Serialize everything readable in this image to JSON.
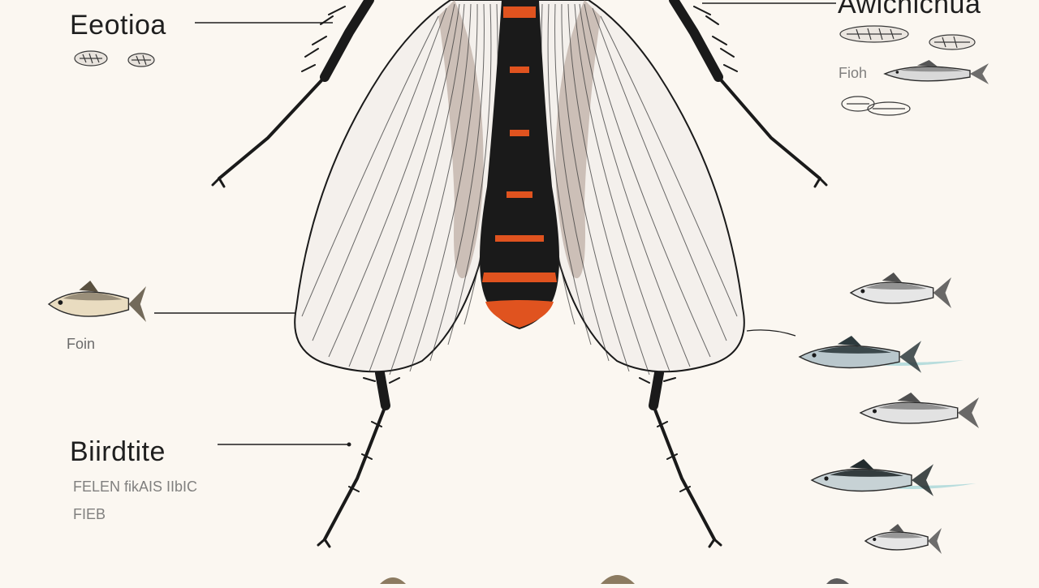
{
  "labels": {
    "top_left": "Eeotioa",
    "top_right": "Awichichua",
    "top_right_sub": "Fioh",
    "left_fish_caption": "Foin",
    "bottom_left": "Biirdtite",
    "bottom_left_sub1": "FELEN fikAIS IIbIC",
    "bottom_left_sub2": "FIEB"
  },
  "colors": {
    "background": "#fbf7f1",
    "ink": "#1f1f1f",
    "abdomen_orange": "#e0531f",
    "abdomen_black": "#1a1a1a",
    "wing_tint": "#bba9a1",
    "water_teal": "#a7d6d8"
  },
  "icons": [
    "fly-illustration",
    "fish-icon"
  ]
}
